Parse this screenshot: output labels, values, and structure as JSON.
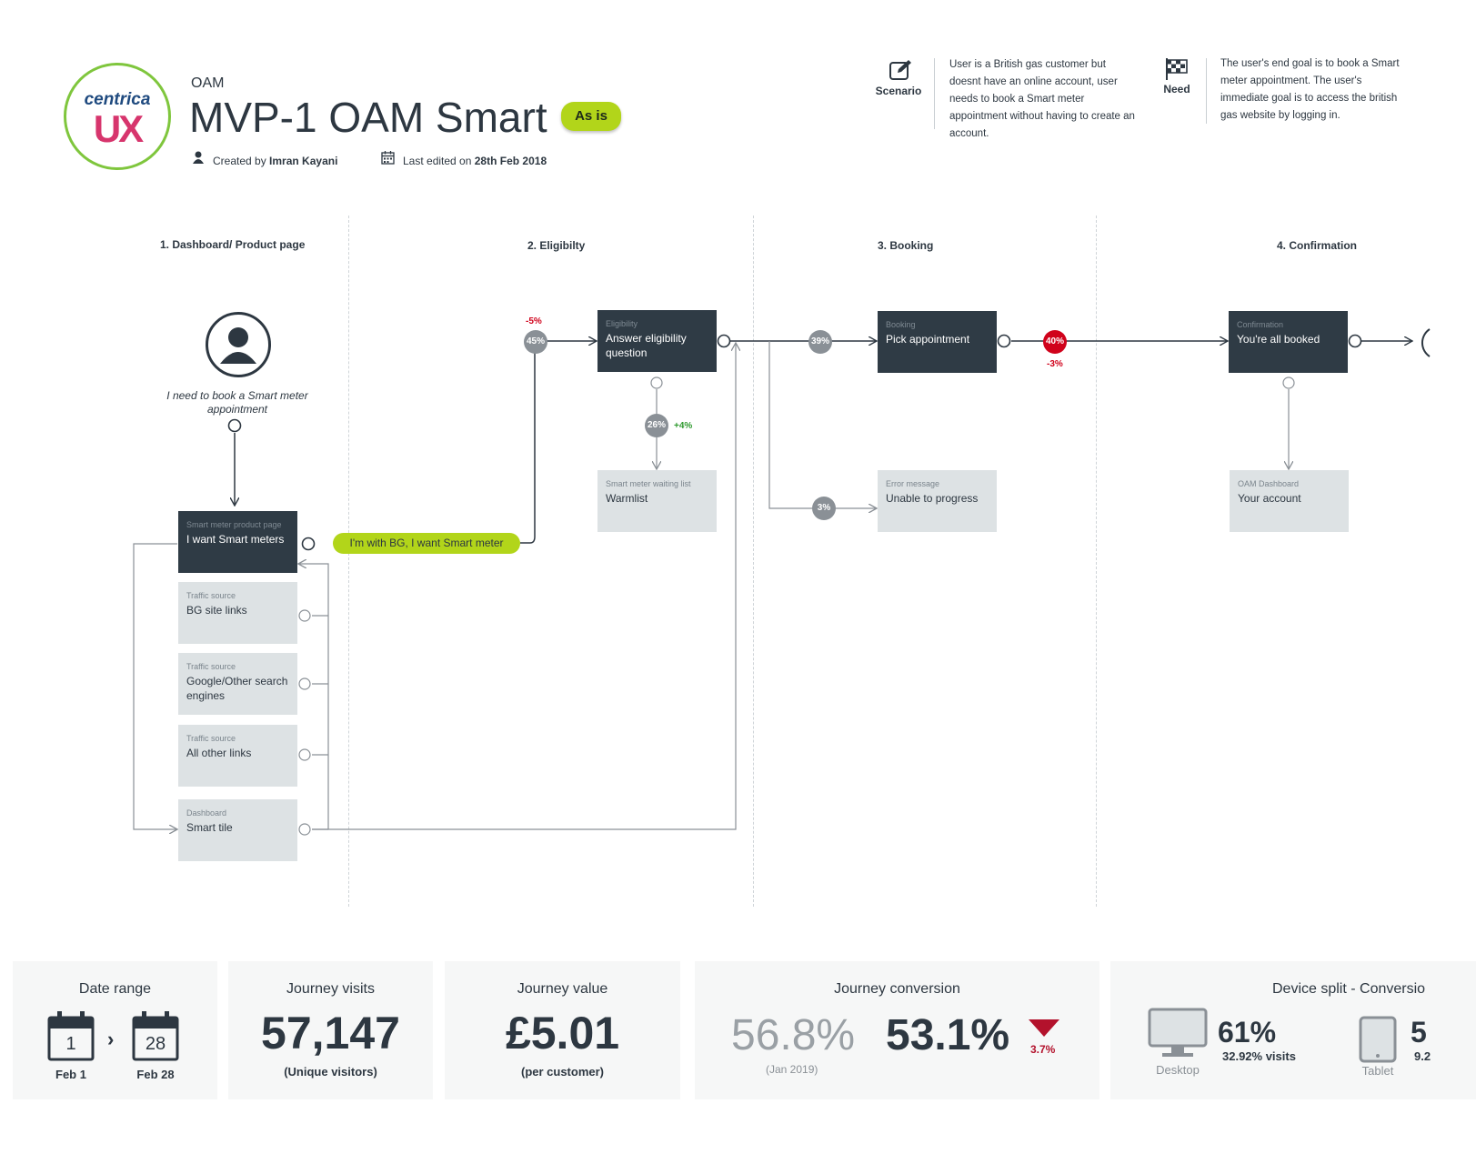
{
  "header": {
    "logo_word": "centrica",
    "logo_mark": "UX",
    "kicker": "OAM",
    "title": "MVP-1 OAM Smart",
    "status_pill": "As is",
    "created_prefix": "Created by",
    "created_by": "Imran Kayani",
    "edited_prefix": "Last edited on",
    "edited_on": "28th Feb 2018"
  },
  "scenario": {
    "label": "Scenario",
    "text": "User is a British gas customer but doesnt have an online account, user needs to book a Smart meter appointment without having to create an account."
  },
  "need": {
    "label": "Need",
    "text": "The user's end goal is to book a Smart meter appointment. The user's immediate goal is to access the british gas website by logging in."
  },
  "stages": [
    "1. Dashboard/ Product page",
    "2. Eligibilty",
    "3. Booking",
    "4. Confirmation"
  ],
  "persona": {
    "quote": "I need to book a Smart meter appointment"
  },
  "nodes": {
    "product": {
      "sub": "Smart meter product page",
      "label": "I want Smart meters"
    },
    "traffic_bg": {
      "sub": "Traffic source",
      "label": "BG site links"
    },
    "traffic_search": {
      "sub": "Traffic source",
      "label": "Google/Other search engines"
    },
    "traffic_other": {
      "sub": "Traffic source",
      "label": "All other links"
    },
    "dashboard_tile": {
      "sub": "Dashboard",
      "label": "Smart tile"
    },
    "eligibility": {
      "sub": "Eligibility",
      "label": "Answer eligibility question"
    },
    "warmlist": {
      "sub": "Smart meter waiting list",
      "label": "Warmlist"
    },
    "booking": {
      "sub": "Booking",
      "label": "Pick appointment"
    },
    "error": {
      "sub": "Error message",
      "label": "Unable to progress"
    },
    "confirmation": {
      "sub": "Confirmation",
      "label": "You're all booked"
    },
    "oam_dashboard": {
      "sub": "OAM Dashboard",
      "label": "Your account"
    }
  },
  "choice_label": "I'm with BG, I want Smart meter",
  "rates": {
    "to_eligibility": {
      "value": "45%",
      "delta": "-5%"
    },
    "to_booking": {
      "value": "39%"
    },
    "to_confirmation": {
      "value": "40%",
      "delta": "-3%"
    },
    "to_warmlist": {
      "value": "26%",
      "delta": "+4%"
    },
    "to_error": {
      "value": "3%"
    }
  },
  "metrics": {
    "date_range": {
      "title": "Date range",
      "start_day": "1",
      "end_day": "28",
      "start_label": "Feb 1",
      "end_label": "Feb 28"
    },
    "visits": {
      "title": "Journey visits",
      "value": "57,147",
      "caption": "(Unique visitors)"
    },
    "value": {
      "title": "Journey value",
      "value": "£5.01",
      "caption": "(per customer)"
    },
    "conversion": {
      "title": "Journey conversion",
      "previous": "56.8%",
      "previous_caption": "(Jan 2019)",
      "current": "53.1%",
      "change": "3.7%"
    },
    "device": {
      "title": "Device split - Conversio",
      "desktop_pct": "61%",
      "desktop_visits": "32.92% visits",
      "desktop_label": "Desktop",
      "tablet_pct": "5",
      "tablet_visits": "9.2",
      "tablet_label": "Tablet"
    }
  },
  "colors": {
    "dark_node": "#2f3b45",
    "light_node": "#dde2e4",
    "accent_green": "#b2d51a",
    "negative_red": "#d0021b",
    "positive_green": "#2e9a2e"
  }
}
